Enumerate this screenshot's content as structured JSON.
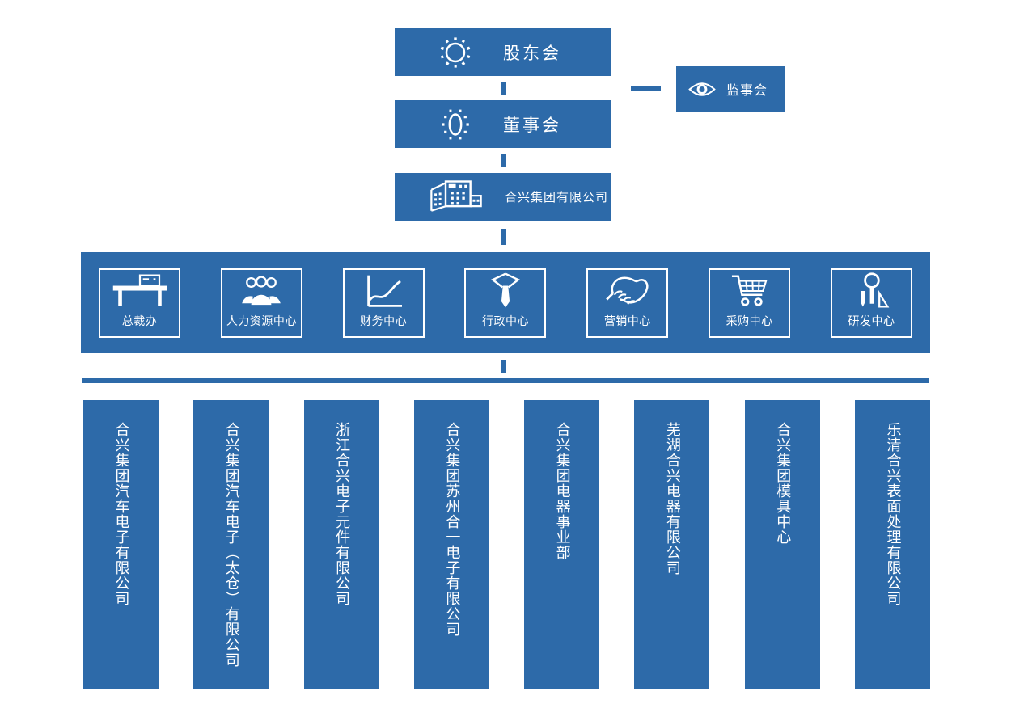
{
  "colors": {
    "primary": "#2d6aa9",
    "text_on_primary": "#ffffff",
    "background": "#ffffff"
  },
  "hierarchy": {
    "shareholders": {
      "label": "股东会",
      "icon": "sun-icon"
    },
    "board": {
      "label": "董事会",
      "icon": "oval-burst-icon"
    },
    "group": {
      "label": "合兴集团有限公司",
      "icon": "buildings-icon"
    },
    "supervisory": {
      "label": "监事会",
      "icon": "eye-icon"
    }
  },
  "departments": [
    {
      "label": "总裁办",
      "icon": "desk-icon"
    },
    {
      "label": "人力资源中心",
      "icon": "people-icon"
    },
    {
      "label": "财务中心",
      "icon": "line-chart-icon"
    },
    {
      "label": "行政中心",
      "icon": "necktie-icon"
    },
    {
      "label": "营销中心",
      "icon": "handshake-icon"
    },
    {
      "label": "采购中心",
      "icon": "shopping-cart-icon"
    },
    {
      "label": "研发中心",
      "icon": "magnifier-tools-icon"
    }
  ],
  "subsidiaries": [
    {
      "label": "合兴集团汽车电子有限公司"
    },
    {
      "label": "合兴集团汽车电子（太仓）有限公司"
    },
    {
      "label": "浙江合兴电子元件有限公司"
    },
    {
      "label": "合兴集团苏州合一电子有限公司"
    },
    {
      "label": "合兴集团电器事业部"
    },
    {
      "label": "芜湖合兴电器有限公司"
    },
    {
      "label": "合兴集团模具中心"
    },
    {
      "label": "乐清合兴表面处理有限公司"
    }
  ]
}
